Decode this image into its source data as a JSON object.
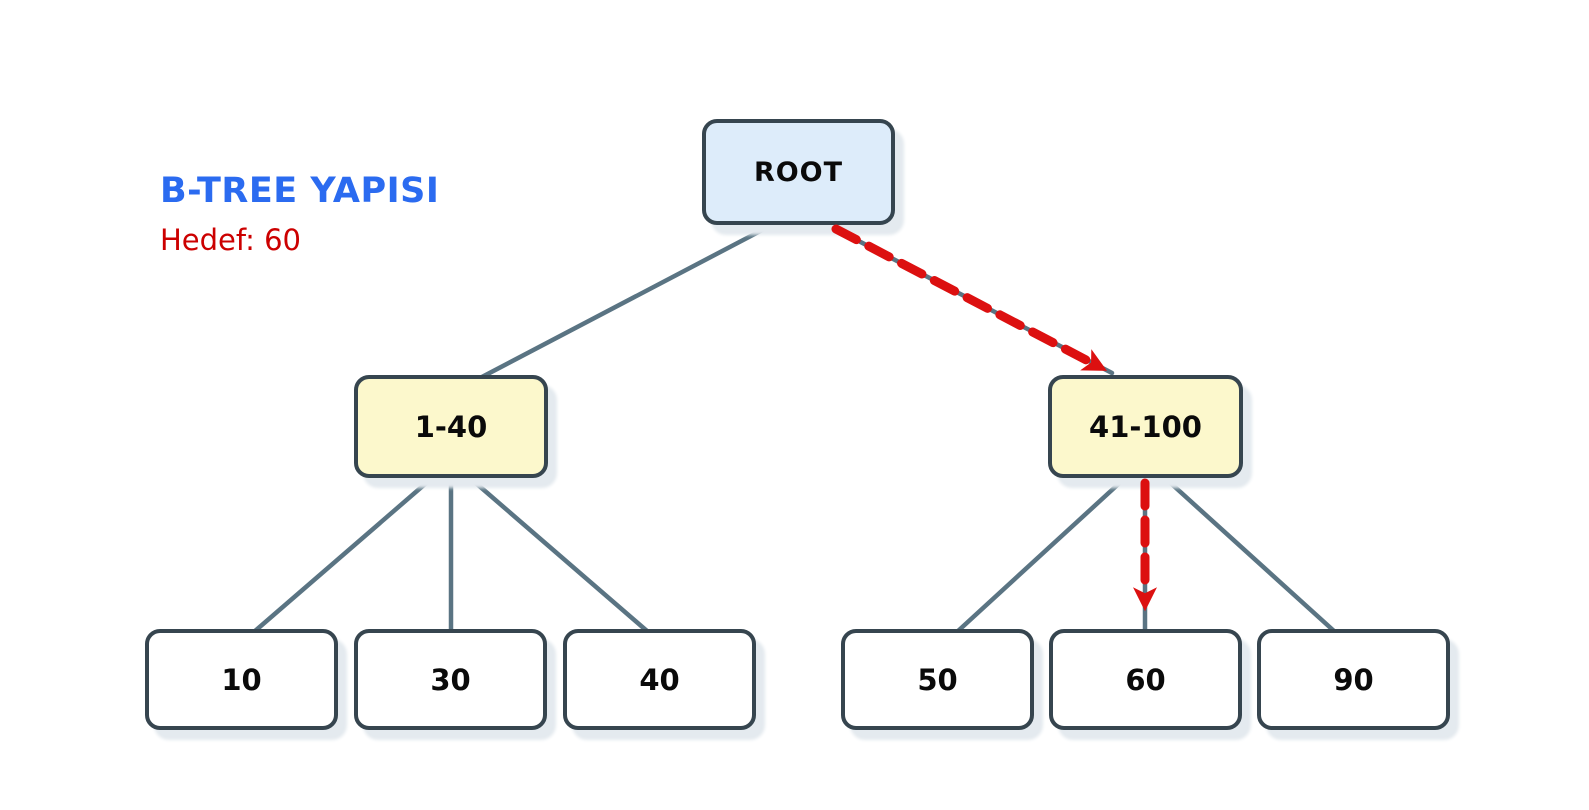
{
  "diagram": {
    "title": "B-TREE YAPISI",
    "subtitle": "Hedef: 60",
    "type": "b-tree-search-visualization",
    "nodes": {
      "root": "ROOT",
      "internal_left": "1-40",
      "internal_right": "41-100",
      "leaves": [
        "10",
        "30",
        "40",
        "50",
        "60",
        "90"
      ]
    },
    "structure": {
      "root_children": [
        "1-40",
        "41-100"
      ],
      "children_of_1-40": [
        "10",
        "30",
        "40"
      ],
      "children_of_41-100": [
        "50",
        "60",
        "90"
      ]
    },
    "search_path": {
      "target": "60",
      "route": [
        "ROOT",
        "41-100",
        "60"
      ],
      "style": "red-dashed-arrows"
    },
    "colors": {
      "title": "#2b6bf0",
      "subtitle": "#cc0000",
      "root_fill": "#ddecfa",
      "internal_fill": "#fcf8cc",
      "leaf_fill": "#ffffff",
      "node_border": "#36454f",
      "edge": "#5a7483",
      "path_arrow": "#dc1010",
      "shadow": "#e4eaef"
    }
  }
}
